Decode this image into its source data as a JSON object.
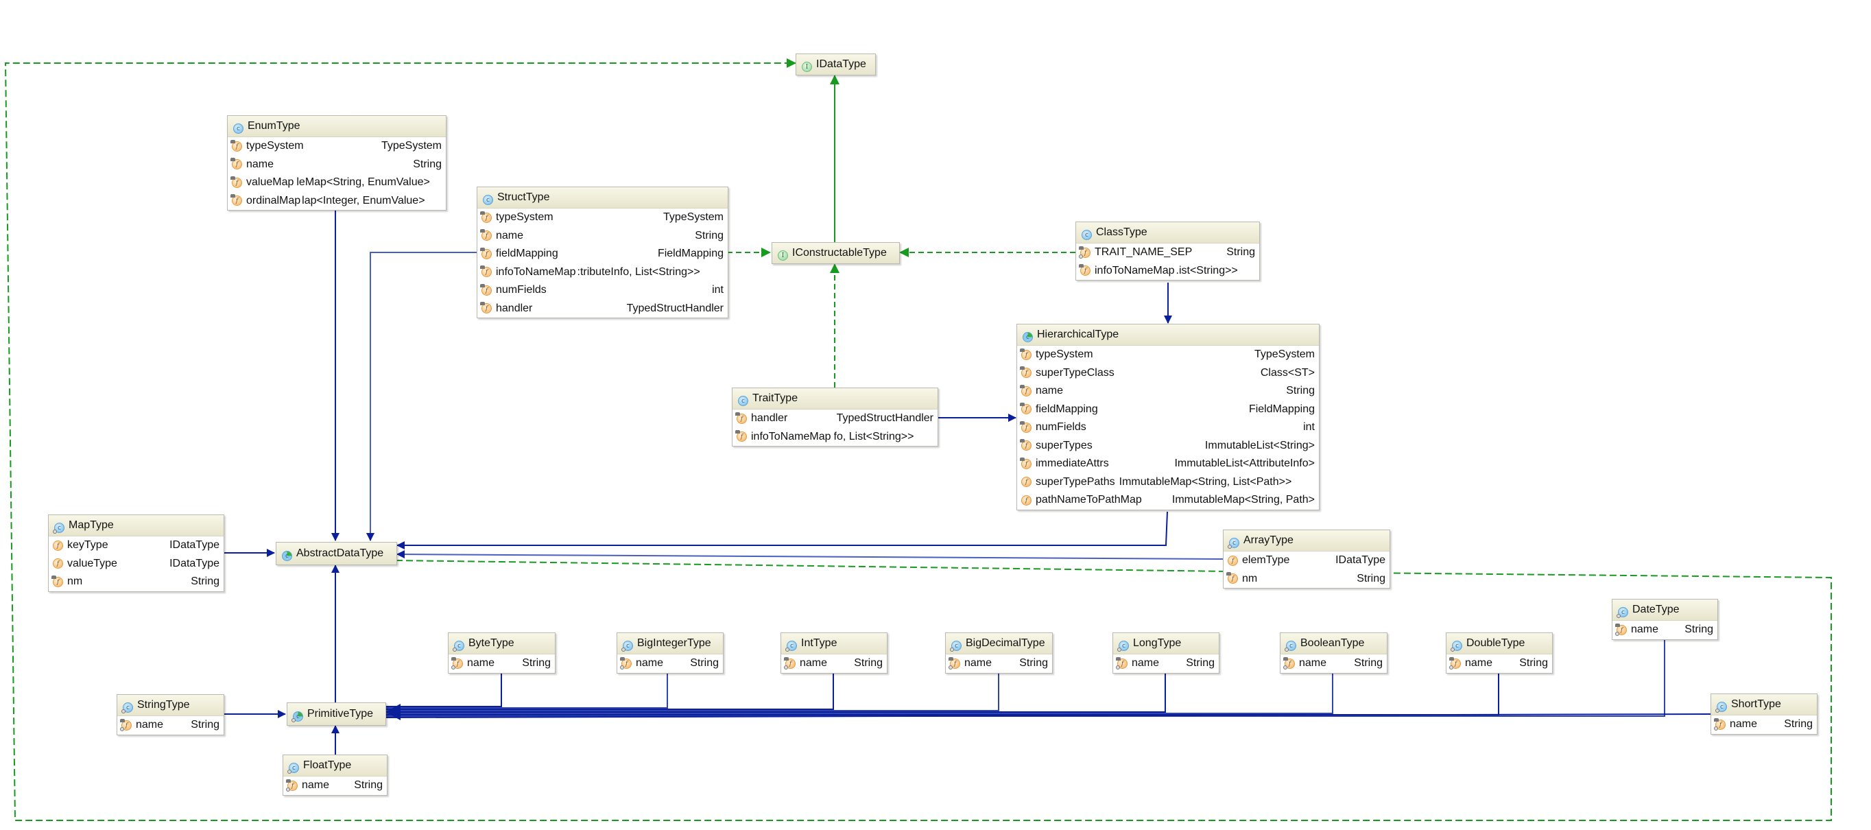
{
  "diagram": {
    "kind": "UML class diagram",
    "colors": {
      "inheritance": "#0b1f9a",
      "realization": "#179a1f",
      "header_top": "#f8f7e8",
      "header_bottom": "#e7e5cc",
      "border": "#b9b9b0"
    }
  },
  "classes": {
    "idatatype": {
      "name": "IDataType",
      "kind": "interface",
      "icon": "interface-icon",
      "fields": []
    },
    "iconstructabletype": {
      "name": "IConstructableType",
      "kind": "interface",
      "icon": "interface-icon",
      "fields": []
    },
    "enumtype": {
      "name": "EnumType",
      "kind": "class",
      "icon": "class-icon",
      "fields": [
        {
          "name": "typeSystem",
          "type": "TypeSystem",
          "icon": "final-field-icon"
        },
        {
          "name": "name",
          "type": "String",
          "icon": "final-field-icon"
        },
        {
          "name": "valueMap",
          "type": "leMap<String, EnumValue>",
          "icon": "final-field-icon"
        },
        {
          "name": "ordinalMap",
          "type": "lap<Integer, EnumValue>",
          "icon": "final-field-icon"
        }
      ]
    },
    "structtype": {
      "name": "StructType",
      "kind": "class",
      "icon": "class-icon",
      "fields": [
        {
          "name": "typeSystem",
          "type": "TypeSystem",
          "icon": "final-field-icon"
        },
        {
          "name": "name",
          "type": "String",
          "icon": "final-field-icon"
        },
        {
          "name": "fieldMapping",
          "type": "FieldMapping",
          "icon": "final-field-icon"
        },
        {
          "name": "infoToNameMap",
          "type": ":tributeInfo, List<String>>",
          "icon": "final-field-icon"
        },
        {
          "name": "numFields",
          "type": "int",
          "icon": "final-field-icon"
        },
        {
          "name": "handler",
          "type": "TypedStructHandler",
          "icon": "final-field-icon"
        }
      ]
    },
    "classtype": {
      "name": "ClassType",
      "kind": "class",
      "icon": "class-icon",
      "fields": [
        {
          "name": "TRAIT_NAME_SEP",
          "type": "String",
          "icon": "static-final-field-icon"
        },
        {
          "name": "infoToNameMap",
          "type": ".ist<String>>",
          "icon": "final-field-icon"
        }
      ]
    },
    "hierarchicaltype": {
      "name": "HierarchicalType",
      "kind": "abstract-class",
      "icon": "abstract-class-icon",
      "fields": [
        {
          "name": "typeSystem",
          "type": "TypeSystem",
          "icon": "final-field-icon"
        },
        {
          "name": "superTypeClass",
          "type": "Class<ST>",
          "icon": "final-field-icon"
        },
        {
          "name": "name",
          "type": "String",
          "icon": "final-field-icon"
        },
        {
          "name": "fieldMapping",
          "type": "FieldMapping",
          "icon": "final-field-icon"
        },
        {
          "name": "numFields",
          "type": "int",
          "icon": "final-field-icon"
        },
        {
          "name": "superTypes",
          "type": "ImmutableList<String>",
          "icon": "final-field-icon"
        },
        {
          "name": "immediateAttrs",
          "type": "ImmutableList<AttributeInfo>",
          "icon": "final-field-icon"
        },
        {
          "name": "superTypePaths",
          "type": "ImmutableMap<String, List<Path>>",
          "icon": "field-icon"
        },
        {
          "name": "pathNameToPathMap",
          "type": "ImmutableMap<String, Path>",
          "icon": "field-icon"
        }
      ]
    },
    "traittype": {
      "name": "TraitType",
      "kind": "class",
      "icon": "class-icon",
      "fields": [
        {
          "name": "handler",
          "type": "TypedStructHandler",
          "icon": "final-field-icon"
        },
        {
          "name": "infoToNameMap",
          "type": "fo, List<String>>",
          "icon": "final-field-icon"
        }
      ]
    },
    "maptype": {
      "name": "MapType",
      "kind": "static-class",
      "icon": "static-class-icon",
      "fields": [
        {
          "name": "keyType",
          "type": "IDataType",
          "icon": "field-icon"
        },
        {
          "name": "valueType",
          "type": "IDataType",
          "icon": "field-icon"
        },
        {
          "name": "nm",
          "type": "String",
          "icon": "final-field-icon"
        }
      ]
    },
    "abstractdatatype": {
      "name": "AbstractDataType",
      "kind": "abstract-class",
      "icon": "abstract-class-icon",
      "fields": []
    },
    "arraytype": {
      "name": "ArrayType",
      "kind": "static-class",
      "icon": "static-class-icon",
      "fields": [
        {
          "name": "elemType",
          "type": "IDataType",
          "icon": "field-icon"
        },
        {
          "name": "nm",
          "type": "String",
          "icon": "final-field-icon"
        }
      ]
    },
    "primitivetype": {
      "name": "PrimitiveType",
      "kind": "static-abstract-class",
      "icon": "static-abstract-class-icon",
      "fields": []
    },
    "stringtype": {
      "name": "StringType",
      "kind": "static-class",
      "icon": "static-class-icon",
      "fields": [
        {
          "name": "name",
          "type": "String",
          "icon": "static-final-field-icon"
        }
      ]
    },
    "floattype": {
      "name": "FloatType",
      "kind": "static-class",
      "icon": "static-class-icon",
      "fields": [
        {
          "name": "name",
          "type": "String",
          "icon": "static-final-field-icon"
        }
      ]
    },
    "bytetype": {
      "name": "ByteType",
      "kind": "static-class",
      "icon": "static-class-icon",
      "fields": [
        {
          "name": "name",
          "type": "String",
          "icon": "static-final-field-icon"
        }
      ]
    },
    "bigintegertype": {
      "name": "BigIntegerType",
      "kind": "static-class",
      "icon": "static-class-icon",
      "fields": [
        {
          "name": "name",
          "type": "String",
          "icon": "static-final-field-icon"
        }
      ]
    },
    "inttype": {
      "name": "IntType",
      "kind": "static-class",
      "icon": "static-class-icon",
      "fields": [
        {
          "name": "name",
          "type": "String",
          "icon": "static-final-field-icon"
        }
      ]
    },
    "bigdecimaltype": {
      "name": "BigDecimalType",
      "kind": "static-class",
      "icon": "static-class-icon",
      "fields": [
        {
          "name": "name",
          "type": "String",
          "icon": "static-final-field-icon"
        }
      ]
    },
    "longtype": {
      "name": "LongType",
      "kind": "static-class",
      "icon": "static-class-icon",
      "fields": [
        {
          "name": "name",
          "type": "String",
          "icon": "static-final-field-icon"
        }
      ]
    },
    "booleantype": {
      "name": "BooleanType",
      "kind": "static-class",
      "icon": "static-class-icon",
      "fields": [
        {
          "name": "name",
          "type": "String",
          "icon": "static-final-field-icon"
        }
      ]
    },
    "doubletype": {
      "name": "DoubleType",
      "kind": "static-class",
      "icon": "static-class-icon",
      "fields": [
        {
          "name": "name",
          "type": "String",
          "icon": "static-final-field-icon"
        }
      ]
    },
    "datetype": {
      "name": "DateType",
      "kind": "static-class",
      "icon": "static-class-icon",
      "fields": [
        {
          "name": "name",
          "type": "String",
          "icon": "static-final-field-icon"
        }
      ]
    },
    "shorttype": {
      "name": "ShortType",
      "kind": "static-class",
      "icon": "static-class-icon",
      "fields": [
        {
          "name": "name",
          "type": "String",
          "icon": "static-final-field-icon"
        }
      ]
    }
  },
  "relations": [
    {
      "from": "AbstractDataType",
      "to": "IDataType",
      "type": "realization"
    },
    {
      "from": "IConstructableType",
      "to": "IDataType",
      "type": "generalization"
    },
    {
      "from": "StructType",
      "to": "IConstructableType",
      "type": "realization"
    },
    {
      "from": "ClassType",
      "to": "IConstructableType",
      "type": "realization"
    },
    {
      "from": "TraitType",
      "to": "IConstructableType",
      "type": "realization"
    },
    {
      "from": "ClassType",
      "to": "HierarchicalType",
      "type": "generalization"
    },
    {
      "from": "TraitType",
      "to": "HierarchicalType",
      "type": "generalization"
    },
    {
      "from": "EnumType",
      "to": "AbstractDataType",
      "type": "generalization"
    },
    {
      "from": "StructType",
      "to": "AbstractDataType",
      "type": "generalization"
    },
    {
      "from": "HierarchicalType",
      "to": "AbstractDataType",
      "type": "generalization"
    },
    {
      "from": "ArrayType",
      "to": "AbstractDataType",
      "type": "generalization"
    },
    {
      "from": "MapType",
      "to": "AbstractDataType",
      "type": "generalization"
    },
    {
      "from": "PrimitiveType",
      "to": "AbstractDataType",
      "type": "generalization"
    },
    {
      "from": "StringType",
      "to": "PrimitiveType",
      "type": "generalization"
    },
    {
      "from": "FloatType",
      "to": "PrimitiveType",
      "type": "generalization"
    },
    {
      "from": "ByteType",
      "to": "PrimitiveType",
      "type": "generalization"
    },
    {
      "from": "BigIntegerType",
      "to": "PrimitiveType",
      "type": "generalization"
    },
    {
      "from": "IntType",
      "to": "PrimitiveType",
      "type": "generalization"
    },
    {
      "from": "BigDecimalType",
      "to": "PrimitiveType",
      "type": "generalization"
    },
    {
      "from": "LongType",
      "to": "PrimitiveType",
      "type": "generalization"
    },
    {
      "from": "BooleanType",
      "to": "PrimitiveType",
      "type": "generalization"
    },
    {
      "from": "DoubleType",
      "to": "PrimitiveType",
      "type": "generalization"
    },
    {
      "from": "DateType",
      "to": "PrimitiveType",
      "type": "generalization"
    },
    {
      "from": "ShortType",
      "to": "PrimitiveType",
      "type": "generalization"
    }
  ]
}
